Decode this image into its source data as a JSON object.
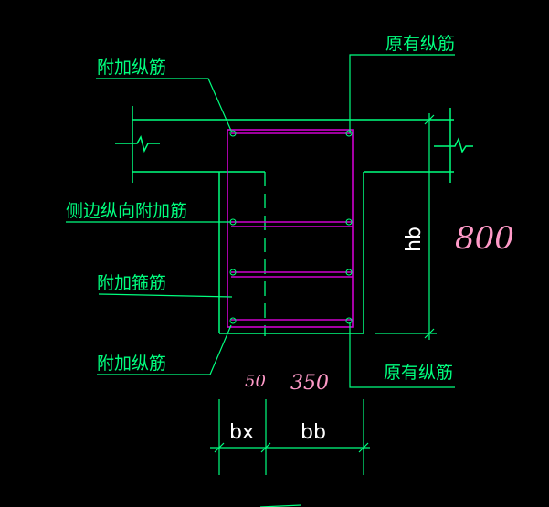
{
  "labels": {
    "original_long_top": "原有纵筋",
    "added_long_top": "附加纵筋",
    "side_long_added": "侧边纵向附加筋",
    "added_stirrup": "附加箍筋",
    "added_long_bottom": "附加纵筋",
    "original_long_bottom": "原有纵筋"
  },
  "dimensions": {
    "hb": "hb",
    "bx": "bx",
    "bb": "bb"
  },
  "handwritten": {
    "height": "800",
    "bx_value": "50",
    "bb_value": "350"
  },
  "colors": {
    "background": "#000000",
    "drawing_lines": "#00ff7f",
    "rebar": "#d000d0",
    "dimension_text": "#ffffff",
    "handwriting": "#ff9ac8"
  }
}
